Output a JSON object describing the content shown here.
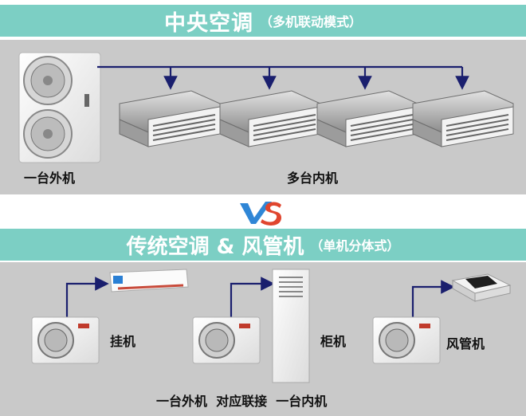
{
  "top": {
    "title": "中央空调",
    "subtitle": "（多机联动模式）",
    "outdoor_label": "一台外机",
    "indoor_label": "多台内机"
  },
  "vs": {
    "icon": "vs-icon"
  },
  "bottom": {
    "title": "传统空调 & 风管机",
    "subtitle": "（单机分体式）",
    "units": [
      {
        "label": "挂机"
      },
      {
        "label": "柜机"
      },
      {
        "label": "风管机"
      }
    ],
    "caption": "一台外机  对应联接  一台内机"
  },
  "colors": {
    "banner": "#7ccfc4",
    "panel": "#c9c9c9",
    "pipe": "#1a1f6e"
  }
}
